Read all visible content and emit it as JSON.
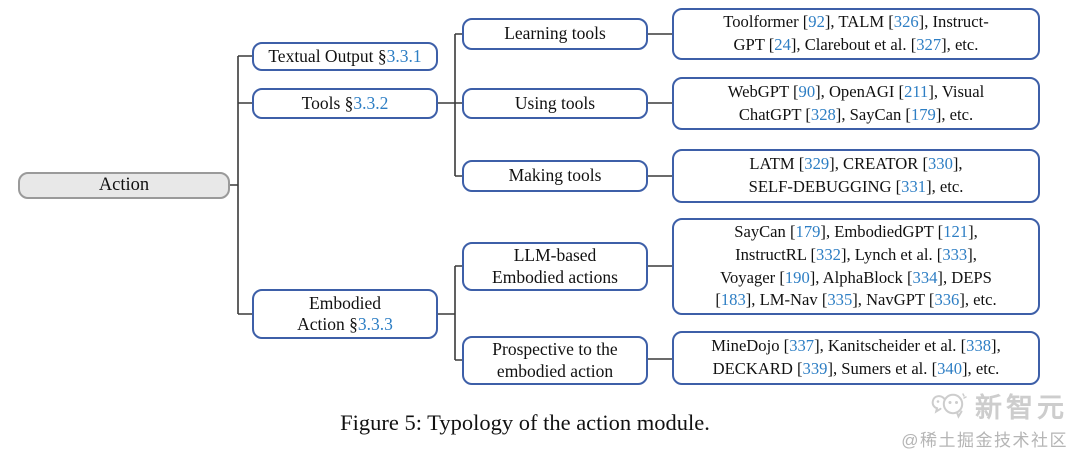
{
  "colors": {
    "node_border_blue": "#3d5fa8",
    "citation_blue": "#2d7ec4",
    "root_fill": "#e8e8e8",
    "root_border": "#9a9a9a",
    "connector": "#3a3a3a",
    "watermark_gray": "#c9c9c9"
  },
  "figure": {
    "root": {
      "label": "Action"
    },
    "nodes": {
      "textual_output": {
        "text": "Textual Output §",
        "section": "3.3.1"
      },
      "tools": {
        "text": "Tools §",
        "section": "3.3.2"
      },
      "embodied": {
        "line1": "Embodied",
        "line2_prefix": "Action §",
        "section": "3.3.3"
      },
      "learning": {
        "label": "Learning tools"
      },
      "using": {
        "label": "Using tools"
      },
      "making": {
        "label": "Making tools"
      },
      "llm": {
        "line1": "LLM-based",
        "line2": "Embodied actions"
      },
      "prospective": {
        "line1": "Prospective to the",
        "line2": "embodied action"
      }
    },
    "leaves": {
      "learning_refs": {
        "lines": [
          "Toolformer [92], TALM [326], Instruct-",
          "GPT [24], Clarebout et al.  [327], etc."
        ]
      },
      "using_refs": {
        "lines": [
          "WebGPT [90], OpenAGI [211], Visual",
          "ChatGPT [328], SayCan [179], etc."
        ]
      },
      "making_refs": {
        "lines": [
          "LATM [329], CREATOR [330],",
          "SELF-DEBUGGING [331], etc."
        ]
      },
      "llm_refs": {
        "lines": [
          "SayCan [179], EmbodiedGPT [121],",
          "InstructRL [332], Lynch et al.  [333],",
          "Voyager [190], AlphaBlock [334], DEPS",
          "[183], LM-Nav [335], NavGPT [336], etc."
        ]
      },
      "prospective_refs": {
        "lines": [
          "MineDojo [337], Kanitscheider et al.  [338],",
          "DECKARD [339], Sumers et al.  [340], etc."
        ]
      }
    },
    "caption": "Figure 5: Typology of the action module."
  },
  "watermark": {
    "brand": "新智元",
    "handle": "@稀土掘金技术社区",
    "icon": "chat-bubbles-icon"
  }
}
